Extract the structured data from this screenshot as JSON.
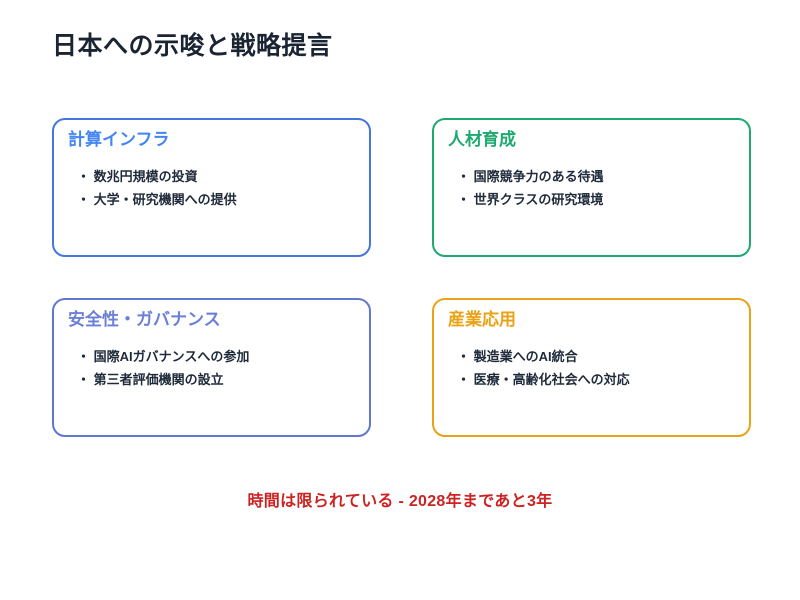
{
  "slide": {
    "title": "日本への示唆と戦略提言",
    "title_color": "#1a2433",
    "background_color": "#ffffff",
    "footer": {
      "text": "時間は限られている - 2028年まであと3年",
      "color": "#cc2222"
    },
    "cards": [
      {
        "title": "計算インフラ",
        "title_color": "#4285f4",
        "border_color": "#4477dd",
        "bullets": [
          "・ 数兆円規模の投資",
          "・ 大学・研究機関への提供"
        ]
      },
      {
        "title": "人材育成",
        "title_color": "#1ea971",
        "border_color": "#1ea971",
        "bullets": [
          "・ 国際競争力のある待遇",
          "・ 世界クラスの研究環境"
        ]
      },
      {
        "title": "安全性・ガバナンス",
        "title_color": "#6b7fd7",
        "border_color": "#6278ce",
        "bullets": [
          "・ 国際AIガバナンスへの参加",
          "・ 第三者評価機関の設立"
        ]
      },
      {
        "title": "産業応用",
        "title_color": "#e8a317",
        "border_color": "#e8a317",
        "bullets": [
          "・ 製造業へのAI統合",
          "・ 医療・高齢化社会への対応"
        ]
      }
    ]
  }
}
